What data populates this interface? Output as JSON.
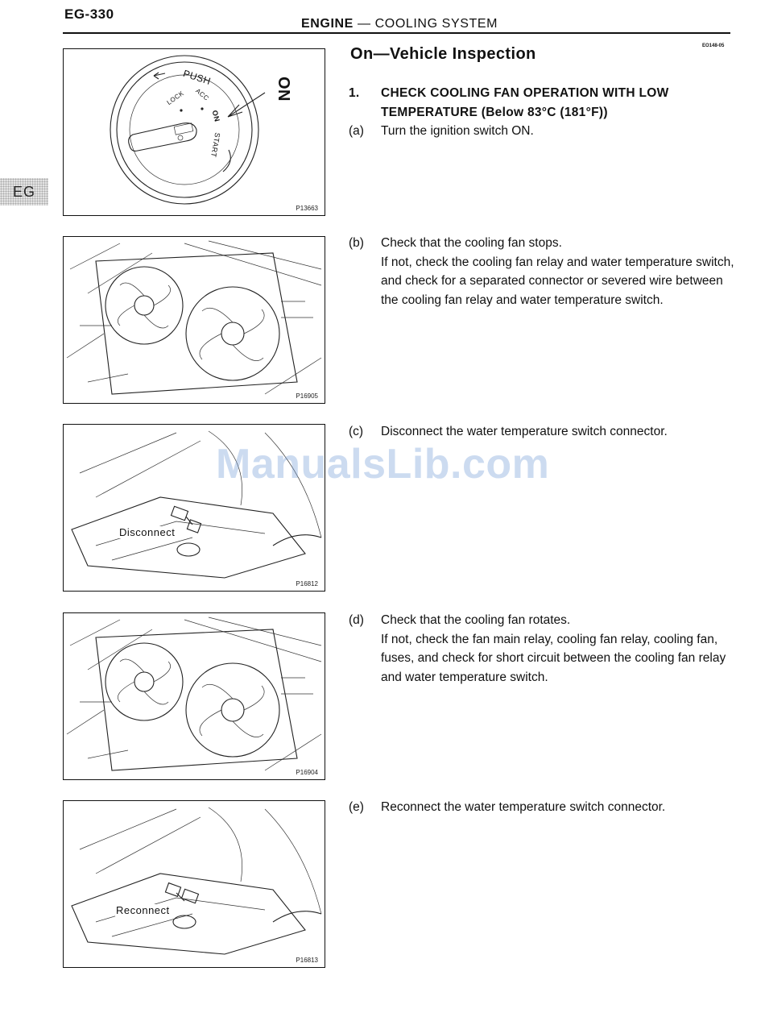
{
  "header": {
    "page_number": "EG-330",
    "section_bold": "ENGINE",
    "section_rest": " — COOLING SYSTEM",
    "ref_code": "EO148-05"
  },
  "side_tab": "EG",
  "watermark": "ManualsLib.com",
  "section_title": "On—Vehicle Inspection",
  "step1": {
    "number": "1.",
    "heading": "CHECK COOLING FAN OPERATION WITH LOW TEMPERATURE (Below 83°C (181°F))"
  },
  "substeps": [
    {
      "marker": "(a)",
      "lines": [
        "Turn the ignition switch ON."
      ]
    },
    {
      "marker": "(b)",
      "lines": [
        "Check that the cooling fan stops.",
        "If not, check the cooling fan relay and water temperature switch, and check for a separated connector or severed wire between the cooling fan relay and water temperature switch."
      ]
    },
    {
      "marker": "(c)",
      "lines": [
        "Disconnect the water temperature switch connector."
      ]
    },
    {
      "marker": "(d)",
      "lines": [
        "Check that the cooling fan rotates.",
        "If not, check the fan main relay, cooling fan relay, cooling fan, fuses, and check for short circuit between the cooling fan relay and water temperature switch."
      ]
    },
    {
      "marker": "(e)",
      "lines": [
        "Reconnect the water temperature switch connector."
      ]
    }
  ],
  "figures": [
    {
      "code": "P13663",
      "labels": {
        "push": "PUSH",
        "lock": "LOCK",
        "acc": "ACC",
        "on": "ON",
        "start": "START",
        "callout": "ON"
      }
    },
    {
      "code": "P16905"
    },
    {
      "code": "P16812",
      "label": "Disconnect"
    },
    {
      "code": "P16904"
    },
    {
      "code": "P16813",
      "label": "Reconnect"
    }
  ]
}
